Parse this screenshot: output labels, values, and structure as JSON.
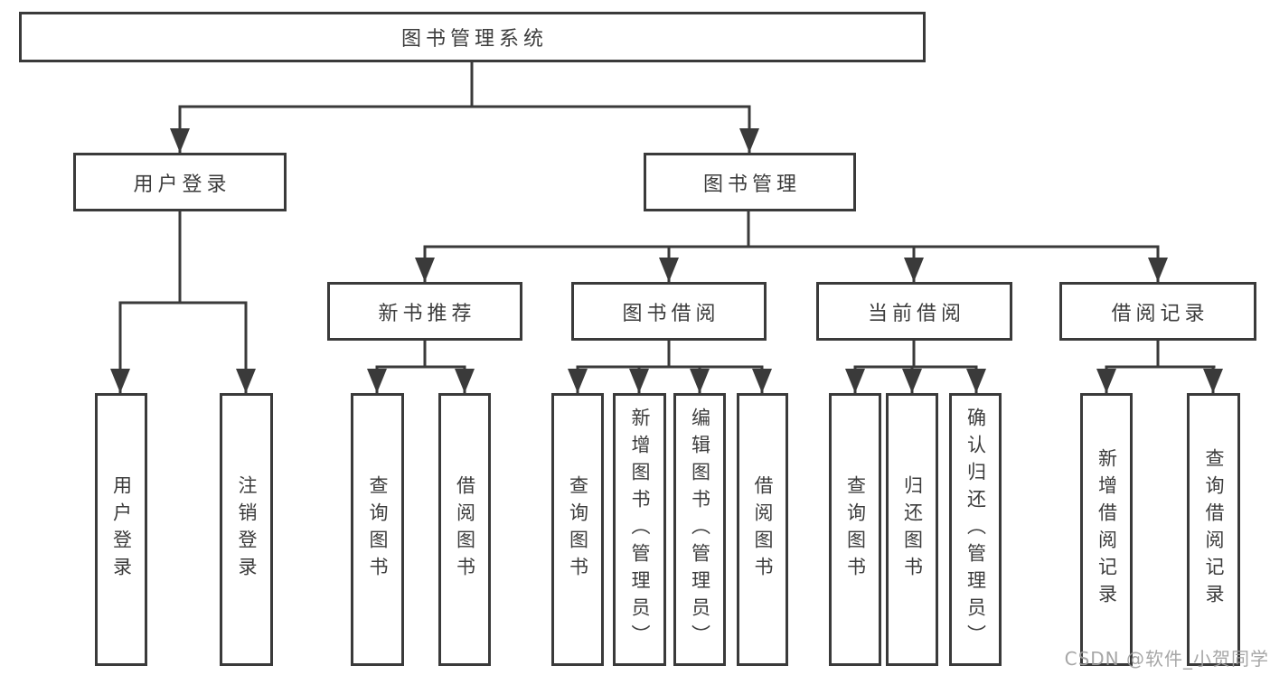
{
  "nodes": {
    "root": "图书管理系统",
    "user_login": "用户登录",
    "book_mgmt": "图书管理",
    "new_book_rec": "新书推荐",
    "book_borrow": "图书借阅",
    "current_borrow": "当前借阅",
    "borrow_record": "借阅记录",
    "leaf_user_login": "用户登录",
    "leaf_logout": "注销登录",
    "leaf_query_book_1": "查询图书",
    "leaf_borrow_book_1": "借阅图书",
    "leaf_query_book_2": "查询图书",
    "leaf_add_book": "新增图书（管理员）",
    "leaf_edit_book": "编辑图书（管理员）",
    "leaf_borrow_book_2": "借阅图书",
    "leaf_query_book_3": "查询图书",
    "leaf_return_book": "归还图书",
    "leaf_confirm_return": "确认归还（管理员）",
    "leaf_add_record": "新增借阅记录",
    "leaf_query_record": "查询借阅记录"
  },
  "watermark": "CSDN @软件_小贺同学",
  "colors": {
    "line": "#3a3a3a",
    "text": "#3c3c3c",
    "watermark": "#9e9e9e",
    "background": "#ffffff"
  }
}
